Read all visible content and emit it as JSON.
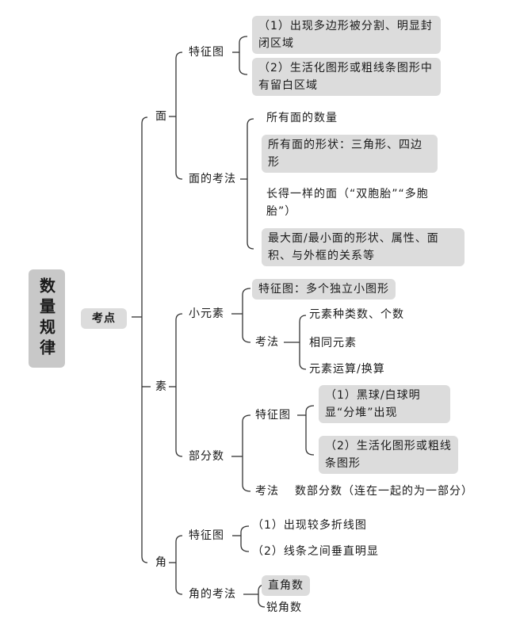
{
  "root": "数量规律",
  "level1": "考点",
  "categories": {
    "face": {
      "label": "面",
      "feature": {
        "label": "特征图",
        "items": [
          "（1）出现多边形被分割、明显封闭区域",
          "（2）生活化图形或粗线条图形中有留白区域"
        ]
      },
      "method": {
        "label": "面的考法",
        "items": [
          "所有面的数量",
          "所有面的形状：三角形、四边形",
          "长得一样的面（“双胞胎”“多胞胎”）",
          "最大面/最小面的形状、属性、面积、与外框的关系等"
        ]
      }
    },
    "element": {
      "label": "素",
      "small": {
        "label": "小元素",
        "feature": "特征图：多个独立小图形",
        "method": {
          "label": "考法",
          "items": [
            "元素种类数、个数",
            "相同元素",
            "元素运算/换算"
          ]
        }
      },
      "parts": {
        "label": "部分数",
        "feature": {
          "label": "特征图",
          "items": [
            "（1）黑球/白球明显“分堆”出现",
            "（2）生活化图形或粗线条图形"
          ]
        },
        "method": {
          "label": "考法",
          "text": "数部分数（连在一起的为一部分）"
        }
      }
    },
    "angle": {
      "label": "角",
      "feature": {
        "label": "特征图",
        "items": [
          "（1）出现较多折线图",
          "（2）线条之间垂直明显"
        ]
      },
      "method": {
        "label": "角的考法",
        "items": [
          "直角数",
          "锐角数"
        ]
      }
    }
  }
}
